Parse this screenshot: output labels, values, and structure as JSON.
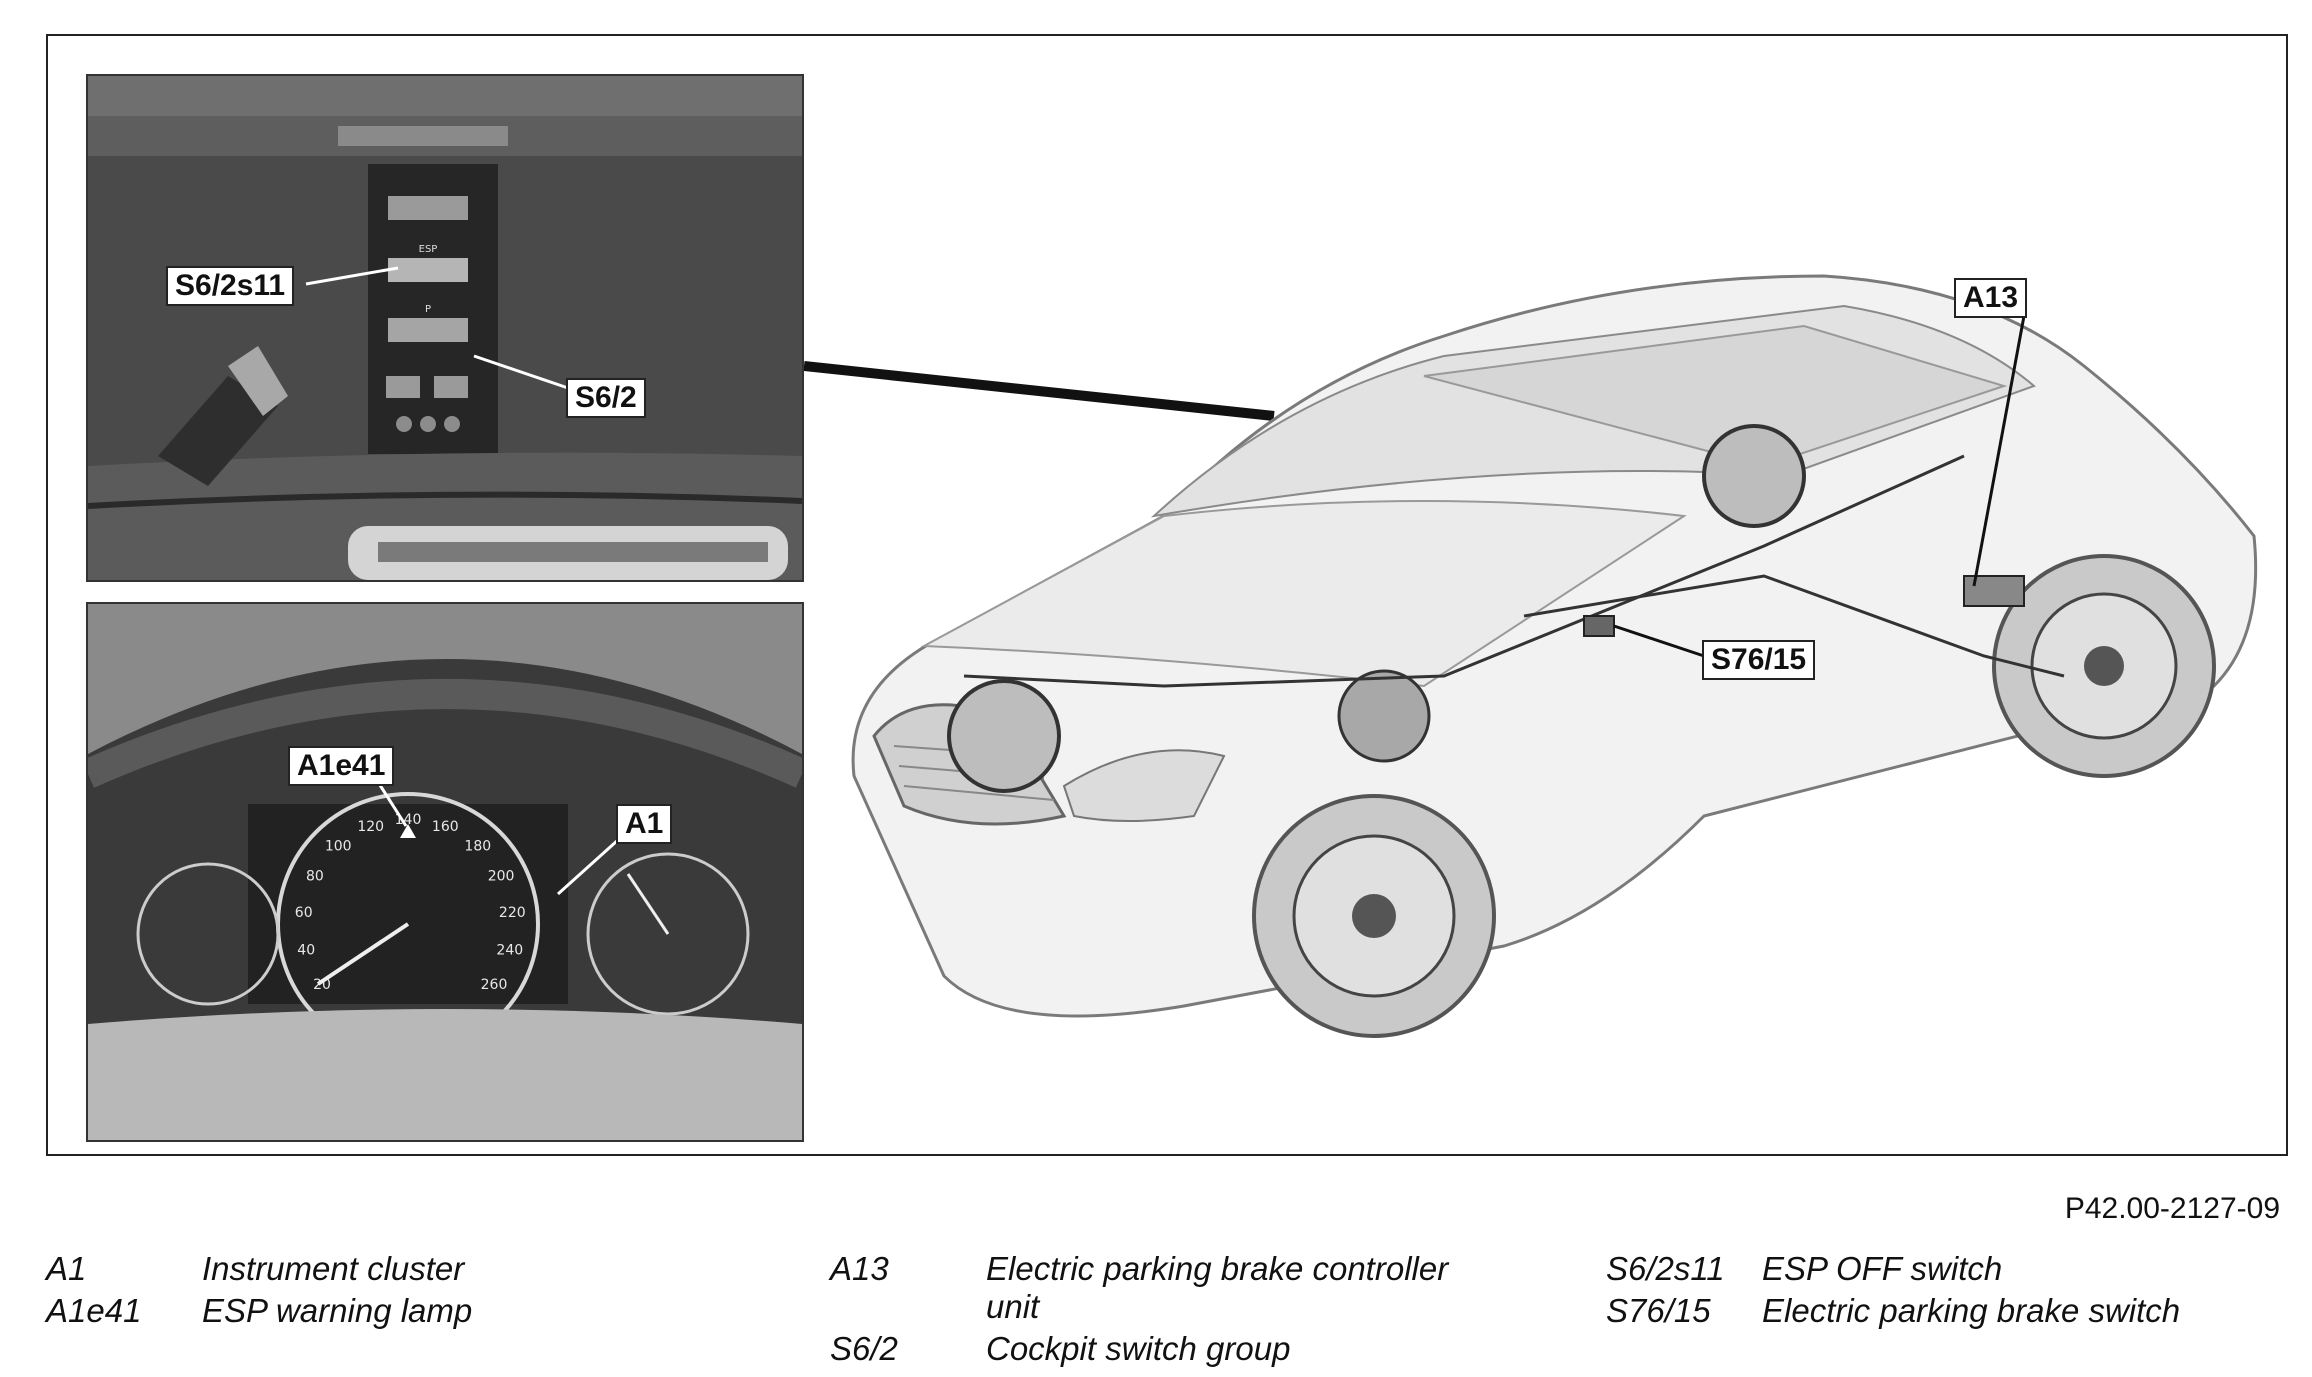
{
  "callouts": {
    "s6_2s11": "S6/2s11",
    "s6_2": "S6/2",
    "a1e41": "A1e41",
    "a1": "A1",
    "a13": "A13",
    "s76_15": "S76/15"
  },
  "figure_id": "P42.00-2127-09",
  "legend": {
    "col1": [
      {
        "code": "A1",
        "desc": "Instrument cluster"
      },
      {
        "code": "A1e41",
        "desc": "ESP warning lamp"
      }
    ],
    "col2": [
      {
        "code": "A13",
        "desc": "Electric parking brake controller unit"
      },
      {
        "code": "S6/2",
        "desc": "Cockpit switch group"
      }
    ],
    "col3": [
      {
        "code": "S6/2s11",
        "desc": "ESP OFF switch"
      },
      {
        "code": "S76/15",
        "desc": "Electric parking brake switch"
      }
    ]
  },
  "gauge_labels": [
    "20",
    "40",
    "60",
    "80",
    "100",
    "120",
    "140",
    "160",
    "180",
    "200",
    "220",
    "240",
    "260"
  ],
  "switch_labels": [
    "ESP",
    "P"
  ]
}
